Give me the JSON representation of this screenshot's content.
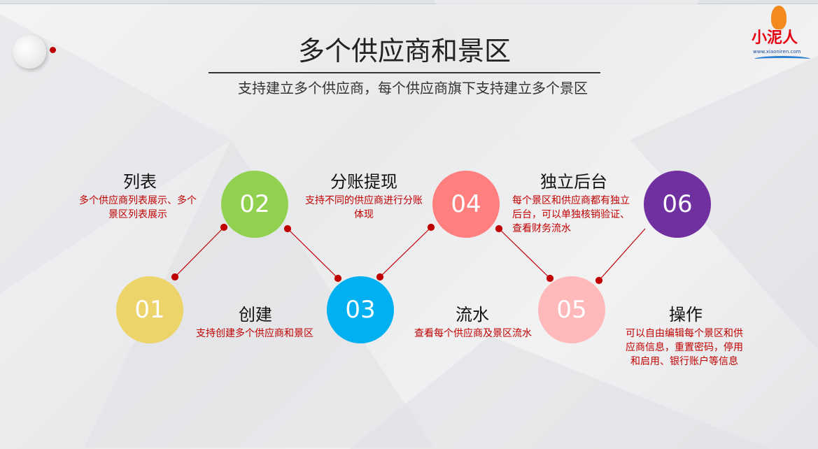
{
  "title": "多个供应商和景区",
  "subtitle": "支持建立多个供应商，每个供应商旗下支持建立多个景区",
  "logo": {
    "text": "小泥人",
    "url": "www.xiaoniren.com"
  },
  "steps": [
    {
      "num": "01",
      "label": "创建",
      "desc": "支持创建多个供应商和景区",
      "color": "#ecd46a"
    },
    {
      "num": "02",
      "label": "列表",
      "desc": "多个供应商列表展示、多个景区列表展示",
      "color": "#92d050"
    },
    {
      "num": "03",
      "label": "流水",
      "desc": "查看每个供应商及景区流水",
      "color": "#00b0f0"
    },
    {
      "num": "04",
      "label": "分账提现",
      "desc": "支持不同的供应商进行分账体现",
      "color": "#ff7f7f"
    },
    {
      "num": "05",
      "label": "操作",
      "desc": "可以自由编辑每个景区和供应商信息，重置密码，停用和启用、银行账户等信息",
      "color": "#ffb9bb"
    },
    {
      "num": "06",
      "label": "独立后台",
      "desc": "每个景区和供应商都有独立后台，可以单独核销验证、查看财务流水",
      "color": "#7030a0"
    }
  ],
  "accent": "#c00000"
}
